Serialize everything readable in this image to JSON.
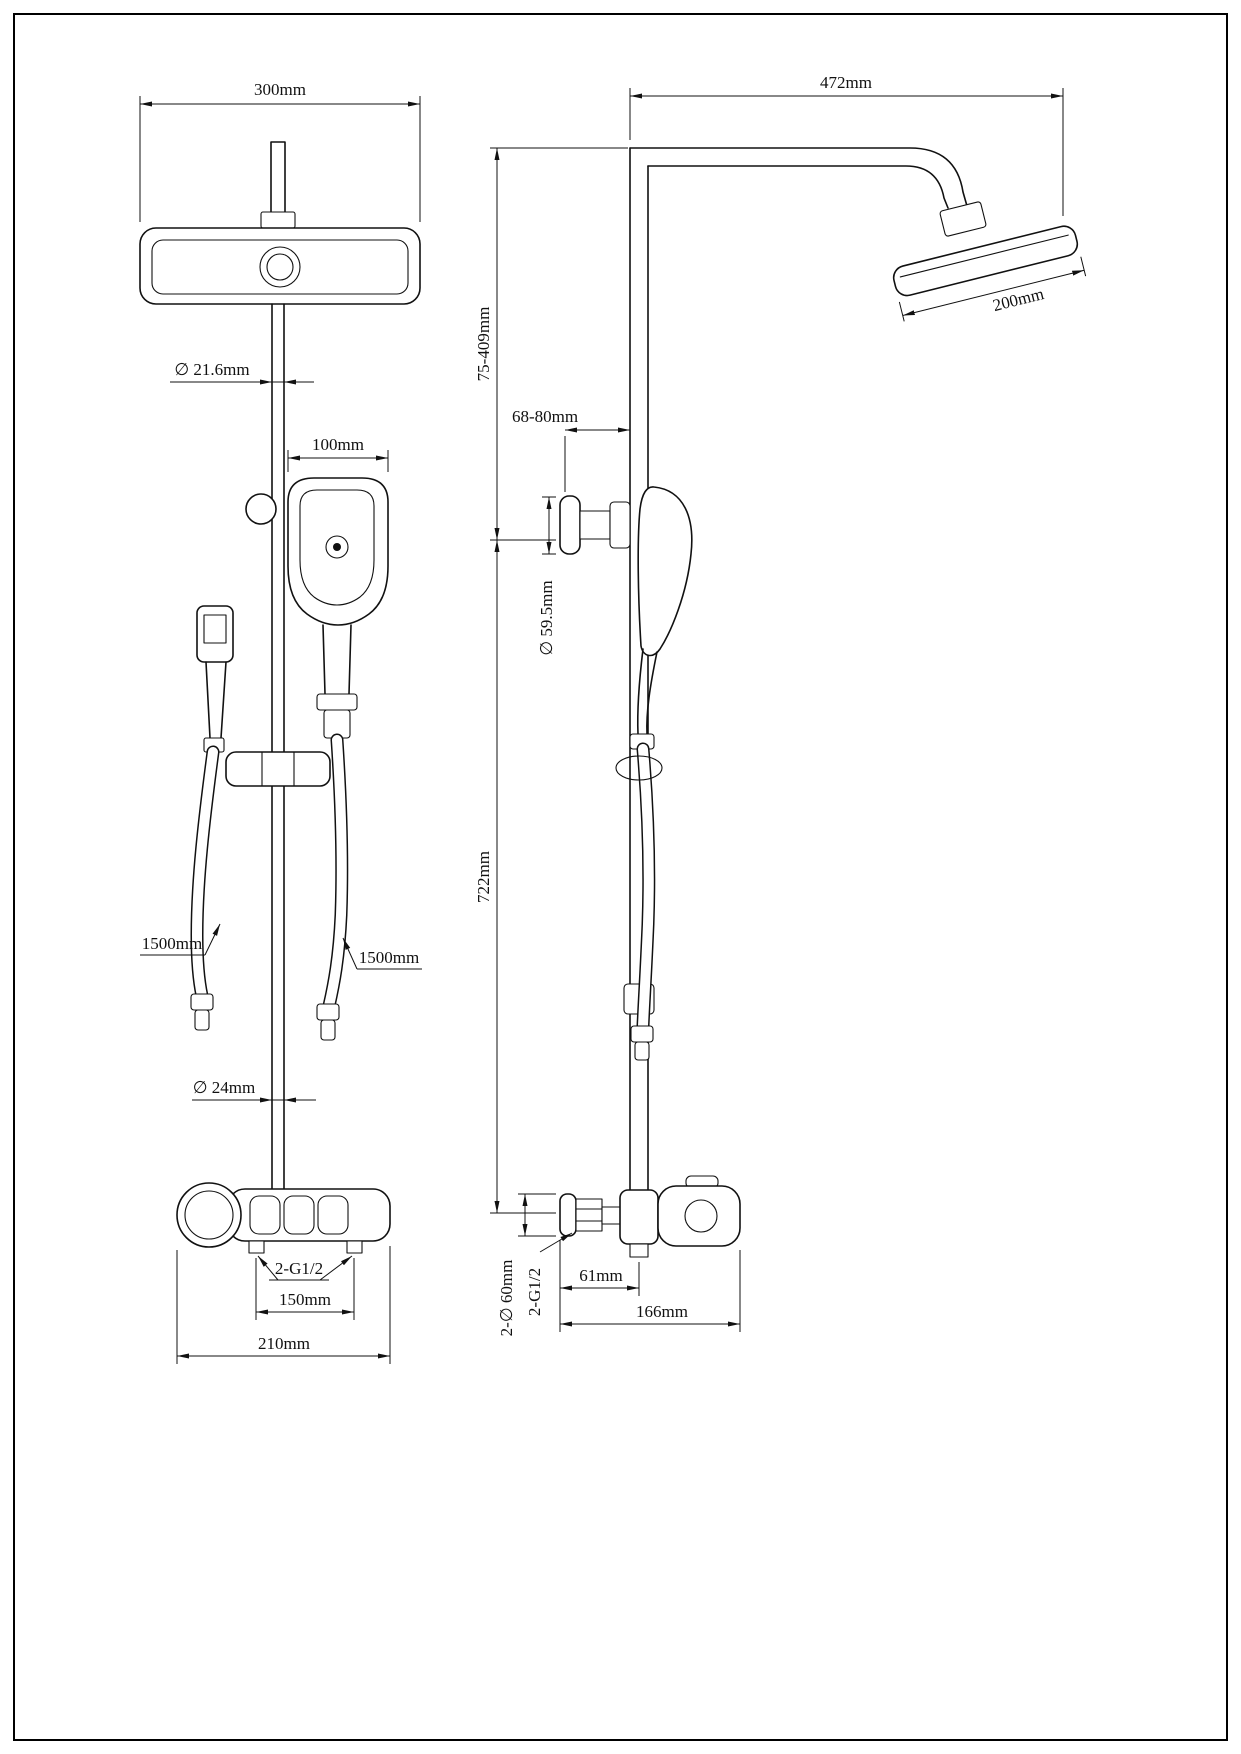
{
  "page": {
    "background": "#ffffff",
    "line_color": "#111111"
  },
  "views": {
    "front": {
      "head_width": "300mm",
      "pipe_diameter": "∅ 21.6mm",
      "hand_shower_width": "100mm",
      "hose_left_length": "1500mm",
      "hose_right_length": "1500mm",
      "lower_pipe_diameter": "∅ 24mm",
      "outlet_thread": "2-G1/2",
      "inlet_spacing": "150mm",
      "mixer_width": "210mm"
    },
    "side": {
      "arm_reach": "472mm",
      "head_height_range": "75-409mm",
      "bracket_offset_range": "68-80mm",
      "head_depth": "200mm",
      "bracket_diameter": "∅ 59.5mm",
      "column_length": "722mm",
      "escutcheon_spec": "2-∅ 60mm",
      "inlet_thread": "2-G1/2",
      "pipe_center_offset": "61mm",
      "mixer_depth": "166mm"
    }
  }
}
